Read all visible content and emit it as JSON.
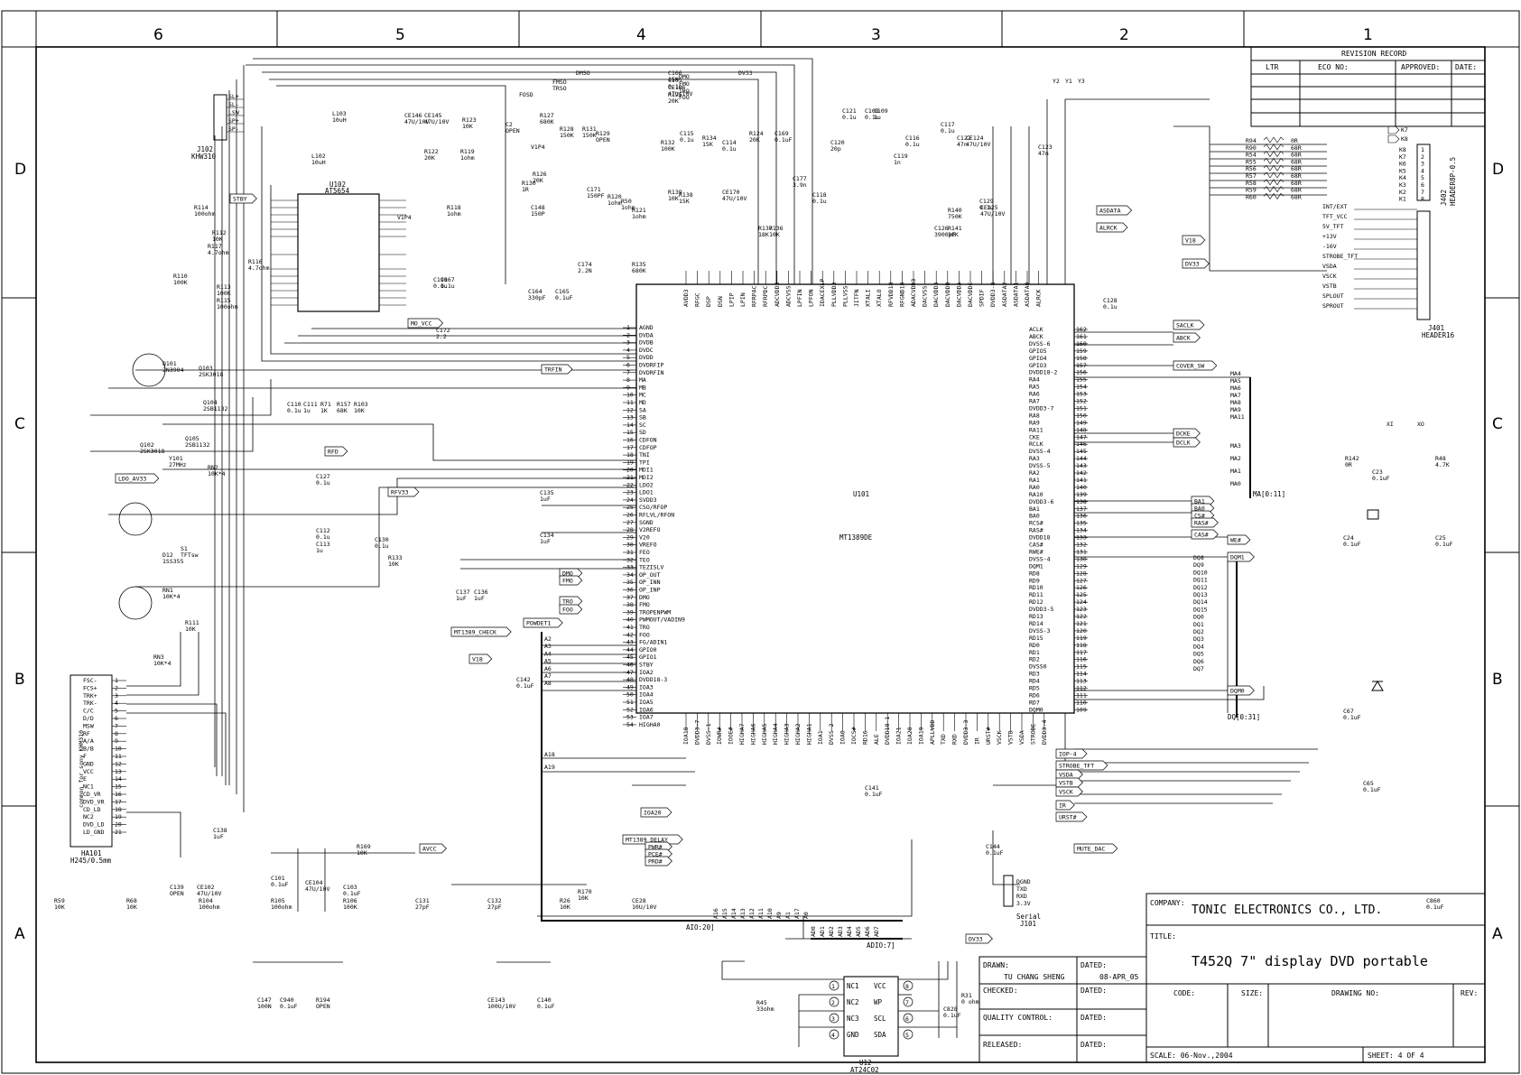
{
  "frame": {
    "zones_top": [
      "6",
      "5",
      "4",
      "3",
      "2",
      "1"
    ],
    "zones_side": [
      "D",
      "C",
      "B",
      "A"
    ]
  },
  "revision": {
    "title": "REVISION RECORD",
    "cols": [
      "LTR",
      "ECO NO:",
      "APPROVED:",
      "DATE:"
    ]
  },
  "title_block": {
    "company_label": "COMPANY:",
    "company": "TONIC ELECTRONICS CO., LTD.",
    "title_label": "TITLE:",
    "title": "T452Q  7\" display DVD portable",
    "drawn_label": "DRAWN:",
    "drawn_by": "TU CHANG SHENG",
    "dated_label": "DATED:",
    "drawn_date": "08-APR_05",
    "checked_label": "CHECKED:",
    "qc_label": "QUALITY CONTROL:",
    "released_label": "RELEASED:",
    "code_label": "CODE:",
    "size_label": "SIZE:",
    "drawing_no_label": "DRAWING NO:",
    "rev_label": "REV:",
    "scale": "SCALE: 06-Nov.,2004",
    "sheet": "SHEET:  4  OF  4"
  },
  "ics": {
    "u101": {
      "ref": "U101",
      "part": "MT1389DE"
    },
    "u102": {
      "ref": "U102",
      "part": "AT5654"
    },
    "u12": {
      "ref": "U12",
      "part": "AT24C02",
      "left_pins": [
        "NC1",
        "NC2",
        "NC3",
        "GND"
      ],
      "right_pins": [
        "VCC",
        "WP",
        "SCL",
        "SDA"
      ],
      "left_nums": [
        "1",
        "2",
        "3",
        "4"
      ],
      "right_nums": [
        "8",
        "7",
        "6",
        "5"
      ]
    }
  },
  "u101_left_pins": [
    {
      "n": "1",
      "s": "AGND"
    },
    {
      "n": "2",
      "s": "DVDA"
    },
    {
      "n": "3",
      "s": "DVDB"
    },
    {
      "n": "4",
      "s": "DVDC"
    },
    {
      "n": "5",
      "s": "DVDD"
    },
    {
      "n": "6",
      "s": "DVDRFIP"
    },
    {
      "n": "7",
      "s": "DVDRFIN"
    },
    {
      "n": "8",
      "s": "MA"
    },
    {
      "n": "9",
      "s": "MB"
    },
    {
      "n": "10",
      "s": "MC"
    },
    {
      "n": "11",
      "s": "MD"
    },
    {
      "n": "12",
      "s": "SA"
    },
    {
      "n": "13",
      "s": "SB"
    },
    {
      "n": "14",
      "s": "SC"
    },
    {
      "n": "15",
      "s": "SD"
    },
    {
      "n": "16",
      "s": "CDFON"
    },
    {
      "n": "17",
      "s": "CDFOP"
    },
    {
      "n": "18",
      "s": "TNI"
    },
    {
      "n": "19",
      "s": "TPI"
    },
    {
      "n": "20",
      "s": "MDI1"
    },
    {
      "n": "21",
      "s": "MDI2"
    },
    {
      "n": "22",
      "s": "LDO2"
    },
    {
      "n": "23",
      "s": "LDO1"
    },
    {
      "n": "24",
      "s": "SVDD3"
    },
    {
      "n": "25",
      "s": "CSO/RFOP"
    },
    {
      "n": "26",
      "s": "RFLVL/RFON"
    },
    {
      "n": "27",
      "s": "SGND"
    },
    {
      "n": "28",
      "s": "V2REFO"
    },
    {
      "n": "29",
      "s": "V20"
    },
    {
      "n": "30",
      "s": "VREFO"
    },
    {
      "n": "31",
      "s": "FEO"
    },
    {
      "n": "32",
      "s": "TEO"
    },
    {
      "n": "33",
      "s": "TEZISLV"
    },
    {
      "n": "34",
      "s": "OP_OUT"
    },
    {
      "n": "35",
      "s": "OP_INN"
    },
    {
      "n": "36",
      "s": "OP_INP"
    },
    {
      "n": "37",
      "s": "DMO"
    },
    {
      "n": "38",
      "s": "FMO"
    },
    {
      "n": "39",
      "s": "TROPENPWM"
    },
    {
      "n": "40",
      "s": "PWMOUT/VADIN9"
    },
    {
      "n": "41",
      "s": "TRO"
    },
    {
      "n": "42",
      "s": "FOO"
    },
    {
      "n": "43",
      "s": "FG/ADIN1"
    },
    {
      "n": "44",
      "s": "GPIO0"
    },
    {
      "n": "45",
      "s": "GPIO1"
    },
    {
      "n": "46",
      "s": "STBY"
    },
    {
      "n": "47",
      "s": "IOA2"
    },
    {
      "n": "48",
      "s": "DVDD18-3"
    },
    {
      "n": "49",
      "s": "IOA3"
    },
    {
      "n": "50",
      "s": "IOA4"
    },
    {
      "n": "51",
      "s": "IOA5"
    },
    {
      "n": "52",
      "s": "IOA6"
    },
    {
      "n": "53",
      "s": "IOA7"
    },
    {
      "n": "54",
      "s": "HIGHA0"
    }
  ],
  "u101_right_pins": [
    {
      "n": "162",
      "s": "ACLK"
    },
    {
      "n": "161",
      "s": "ABCK"
    },
    {
      "n": "160",
      "s": "DVSS-6"
    },
    {
      "n": "159",
      "s": "GPIO5"
    },
    {
      "n": "158",
      "s": "GPIO4"
    },
    {
      "n": "157",
      "s": "GPIO3"
    },
    {
      "n": "156",
      "s": "DVDD18-2"
    },
    {
      "n": "155",
      "s": "RA4"
    },
    {
      "n": "154",
      "s": "RA5"
    },
    {
      "n": "153",
      "s": "RA6"
    },
    {
      "n": "152",
      "s": "RA7"
    },
    {
      "n": "151",
      "s": "DVDD3-7"
    },
    {
      "n": "150",
      "s": "RA8"
    },
    {
      "n": "149",
      "s": "RA9"
    },
    {
      "n": "148",
      "s": "RA11"
    },
    {
      "n": "147",
      "s": "CKE"
    },
    {
      "n": "146",
      "s": "RCLK"
    },
    {
      "n": "145",
      "s": "DVSS-4"
    },
    {
      "n": "144",
      "s": "RA3"
    },
    {
      "n": "143",
      "s": "DVSS-5"
    },
    {
      "n": "142",
      "s": "RA2"
    },
    {
      "n": "141",
      "s": "RA1"
    },
    {
      "n": "140",
      "s": "RA0"
    },
    {
      "n": "139",
      "s": "RA10"
    },
    {
      "n": "138",
      "s": "DVDD3-6"
    },
    {
      "n": "137",
      "s": "BA1"
    },
    {
      "n": "136",
      "s": "BA0"
    },
    {
      "n": "135",
      "s": "RCS#"
    },
    {
      "n": "134",
      "s": "RAS#"
    },
    {
      "n": "133",
      "s": "DVDD18"
    },
    {
      "n": "132",
      "s": "CAS#"
    },
    {
      "n": "131",
      "s": "RWE#"
    },
    {
      "n": "130",
      "s": "DVSS-4"
    },
    {
      "n": "129",
      "s": "DQM1"
    },
    {
      "n": "128",
      "s": "RD8"
    },
    {
      "n": "127",
      "s": "RD9"
    },
    {
      "n": "126",
      "s": "RD10"
    },
    {
      "n": "125",
      "s": "RD11"
    },
    {
      "n": "124",
      "s": "RD12"
    },
    {
      "n": "123",
      "s": "DVDD3-5"
    },
    {
      "n": "122",
      "s": "RD13"
    },
    {
      "n": "121",
      "s": "RD14"
    },
    {
      "n": "120",
      "s": "DVSS-3"
    },
    {
      "n": "119",
      "s": "RD15"
    },
    {
      "n": "118",
      "s": "RD0"
    },
    {
      "n": "117",
      "s": "RD1"
    },
    {
      "n": "116",
      "s": "RD2"
    },
    {
      "n": "115",
      "s": "DVSS0"
    },
    {
      "n": "114",
      "s": "RD3"
    },
    {
      "n": "113",
      "s": "RD4"
    },
    {
      "n": "112",
      "s": "RD5"
    },
    {
      "n": "111",
      "s": "RD6"
    },
    {
      "n": "110",
      "s": "RD7"
    },
    {
      "n": "109",
      "s": "DQM0"
    }
  ],
  "u101_top_pins": [
    "AVDD3",
    "RFGC",
    "DSP",
    "DSN",
    "LPIP",
    "LPIN",
    "RFRPAC",
    "RFRPDC",
    "ADCVDD3",
    "ADCVSS",
    "LPFIN",
    "LPFON",
    "IDACEXLP",
    "PLLVDD3",
    "PLLVSS",
    "JITFN",
    "XTALI",
    "XTALO",
    "RFVDD18",
    "RFGND18",
    "ADACVDD3",
    "DACVSS",
    "DACVDD3",
    "DACVDDB",
    "DACVDDA",
    "DACVDDC",
    "SPDIF",
    "DVDD3-8",
    "ASDATA2",
    "ASDATA1",
    "ASDATA0",
    "ALRCK"
  ],
  "u101_bottom_pins": [
    "IOA18",
    "DVDD3-7",
    "DVSS-1",
    "IOWR#",
    "IOOE#",
    "HIGHA7",
    "HIGHA6",
    "HIGHA5",
    "HIGHA4",
    "HIGHA3",
    "HIGHA2",
    "HIGHA1",
    "IOA1",
    "DVSS-2",
    "IOA0",
    "IOCS#",
    "RD16",
    "ALE",
    "DVDD18-1",
    "IOA21",
    "IOA20",
    "IOA19",
    "APLLVDD",
    "TXD",
    "RXD",
    "DVDD3-3",
    "IR",
    "URST#",
    "VSCK",
    "VSTB",
    "VSDA",
    "STROBE",
    "DVDD3-4"
  ],
  "nets": {
    "right_flags": [
      "SACLK",
      "ABCK",
      "COVER_SW",
      "DCKE",
      "DCLK",
      "CAS#",
      "WE#",
      "DQM1",
      "DQM0",
      "IOP-4",
      "STROBE_TFT",
      "VSDA",
      "VSTB",
      "VSCK",
      "IR",
      "URST#",
      "MUTE_DAC",
      "ASDATA",
      "ALRCK",
      "V18",
      "DV33"
    ],
    "ma_bus": [
      "MA4",
      "MA5",
      "MA6",
      "MA7",
      "MA8",
      "MA9",
      "MA11",
      "MA3",
      "MA2",
      "MA1",
      "MA0"
    ],
    "ma_bus_label": "MA[0:11]",
    "ba_flags": [
      "BA1",
      "BA0",
      "CS#",
      "RAS#"
    ],
    "dq_bus": [
      "DQ8",
      "DQ9",
      "DQ10",
      "DQ11",
      "DQ12",
      "DQ13",
      "DQ14",
      "DQ15",
      "DQ0",
      "DQ1",
      "DQ2",
      "DQ3",
      "DQ4",
      "DQ5",
      "DQ6",
      "DQ7"
    ],
    "dq_bus_label": "DQ[0:31]",
    "aio_label": "AIO:20]",
    "adio_label": "ADIO:7]",
    "left_signals": [
      "MO_VCC",
      "RFV33",
      "RFD",
      "TRFIN",
      "LDO_AV33",
      "STBY",
      "MT1389_CHECK",
      "POWDET1",
      "AVCC",
      "V18",
      "IOA20",
      "MT1389_DELAY",
      "PWR#",
      "PCE#",
      "PRD#",
      "DMO",
      "FMO",
      "TRO",
      "FOO",
      "DV33"
    ],
    "top_nets": [
      "FMSO",
      "TRSO",
      "FOSD",
      "DMSO",
      "DMO",
      "FMO",
      "TRO",
      "FOO",
      "DV33",
      "Y2",
      "Y1",
      "Y3",
      "V1P4",
      "V1P4"
    ],
    "xo_xi": [
      "XI",
      "XO"
    ],
    "bottom_misc": [
      "A18",
      "A19",
      "A2",
      "A3",
      "A4",
      "A5",
      "A6",
      "A7",
      "A8",
      "A16",
      "A15",
      "A14",
      "A13",
      "A12",
      "A11",
      "A10",
      "A9",
      "A1",
      "A17",
      "A0",
      "AD0",
      "AD1",
      "AD2",
      "AD3",
      "AD4",
      "AD5",
      "AD6",
      "AD7"
    ]
  },
  "connectors": {
    "j102": {
      "ref": "J102",
      "part": "KHW310",
      "pins": [
        "SL+",
        "SL-",
        "LSW",
        "SP+",
        "SP-"
      ]
    },
    "ha101": {
      "ref": "HA101",
      "part": "H245/0.5mm",
      "note": "common for sony KHM310",
      "pins": [
        "FSC-",
        "FCS+",
        "TRK+",
        "TRK-",
        "C/C",
        "D/D",
        "MSW",
        "RF",
        "A/A",
        "B/B",
        "F",
        "GND",
        "VCC",
        "E",
        "NC1",
        "CD_VR",
        "DVD_VR",
        "CD_LD",
        "NC2",
        "DVD_LD",
        "LD_GND"
      ]
    },
    "j402": {
      "ref": "J402",
      "part": "HEADER8P-0.5",
      "pins": [
        "K8",
        "K7",
        "K6",
        "K5",
        "K4",
        "K3",
        "K2",
        "K1"
      ],
      "extra": [
        "K7",
        "K8"
      ]
    },
    "j401": {
      "ref": "J401",
      "part": "HEADER16",
      "pins": [
        "INT/EXT",
        "TFT_VCC",
        "5V_TFT",
        "+13V",
        "-16V",
        "STROBE_TFT",
        "VSDA",
        "VSCK",
        "VSTB",
        "SPLOUT",
        "SPROUT"
      ]
    },
    "j101": {
      "ref": "J101",
      "label": "Serial",
      "pins": [
        "DGND",
        "TXD",
        "RXD",
        "3.3V"
      ]
    }
  },
  "components": [
    {
      "ref": "Q101",
      "val": "2N3904"
    },
    {
      "ref": "Q102",
      "val": "2SK3018"
    },
    {
      "ref": "Q103",
      "val": "2SK3018"
    },
    {
      "ref": "Q104",
      "val": "2SB1132"
    },
    {
      "ref": "Q105",
      "val": "2SB1132"
    },
    {
      "ref": "Y101",
      "val": "27MHz"
    },
    {
      "ref": "D12",
      "val": "1SS355"
    },
    {
      "ref": "RN1",
      "val": "10K*4"
    },
    {
      "ref": "RN2",
      "val": "10K*4"
    },
    {
      "ref": "RN3",
      "val": "10K*4"
    },
    {
      "ref": "S1",
      "val": "TFTsw"
    },
    {
      "ref": "R111",
      "val": "10K"
    },
    {
      "ref": "R110",
      "val": "100K"
    },
    {
      "ref": "R112",
      "val": "10K"
    },
    {
      "ref": "R113",
      "val": "100K"
    },
    {
      "ref": "R115",
      "val": "100ohm"
    },
    {
      "ref": "R114",
      "val": "100ohm"
    },
    {
      "ref": "R117",
      "val": "4.7ohm"
    },
    {
      "ref": "R116",
      "val": "4.7ohm"
    },
    {
      "ref": "L103",
      "val": "10uH"
    },
    {
      "ref": "L102",
      "val": "10uH"
    },
    {
      "ref": "CE146",
      "val": "47U/10V"
    },
    {
      "ref": "CE145",
      "val": "47U/10V"
    },
    {
      "ref": "R123",
      "val": "10K"
    },
    {
      "ref": "R122",
      "val": "20K"
    },
    {
      "ref": "R119",
      "val": "1ohm"
    },
    {
      "ref": "R118",
      "val": "1ohm"
    },
    {
      "ref": "C148",
      "val": "150P"
    },
    {
      "ref": "C190",
      "val": "0.1u"
    },
    {
      "ref": "C167",
      "val": "0.1u"
    },
    {
      "ref": "C172",
      "val": "2.2"
    },
    {
      "ref": "C2",
      "val": "OPEN"
    },
    {
      "ref": "R127",
      "val": "680K"
    },
    {
      "ref": "R128",
      "val": "150K"
    },
    {
      "ref": "R131",
      "val": "150K"
    },
    {
      "ref": "R129",
      "val": "OPEN"
    },
    {
      "ref": "R130",
      "val": "1R"
    },
    {
      "ref": "R126",
      "val": "20K"
    },
    {
      "ref": "C171",
      "val": "150PF"
    },
    {
      "ref": "R120",
      "val": "1ohm"
    },
    {
      "ref": "R121",
      "val": "1ohm"
    },
    {
      "ref": "R50",
      "val": "1ohm"
    },
    {
      "ref": "R135",
      "val": "680K"
    },
    {
      "ref": "C174",
      "val": "2.2N"
    },
    {
      "ref": "C164",
      "val": "330pF"
    },
    {
      "ref": "C165",
      "val": "0.1uF"
    },
    {
      "ref": "C166",
      "val": "15N"
    },
    {
      "ref": "C105",
      "val": "0.1u"
    },
    {
      "ref": "CE106",
      "val": "47U/10V"
    },
    {
      "ref": "R125",
      "val": "20K"
    },
    {
      "ref": "R132",
      "val": "100K"
    },
    {
      "ref": "C115",
      "val": "0.1u"
    },
    {
      "ref": "R134",
      "val": "15K"
    },
    {
      "ref": "C114",
      "val": "0.1u"
    },
    {
      "ref": "R124",
      "val": "20K"
    },
    {
      "ref": "C169",
      "val": "0.1uF"
    },
    {
      "ref": "CE170",
      "val": "47U/10V"
    },
    {
      "ref": "R139",
      "val": "10K"
    },
    {
      "ref": "R138",
      "val": "15K"
    },
    {
      "ref": "R137",
      "val": "18K"
    },
    {
      "ref": "R136",
      "val": "10K"
    },
    {
      "ref": "C177",
      "val": "3.9n"
    },
    {
      "ref": "C118",
      "val": "0.1u"
    },
    {
      "ref": "C120",
      "val": "20p"
    },
    {
      "ref": "C121",
      "val": "0.1u"
    },
    {
      "ref": "C108",
      "val": "0.1u"
    },
    {
      "ref": "C109",
      "val": "1u"
    },
    {
      "ref": "C119",
      "val": "1n"
    },
    {
      "ref": "C116",
      "val": "0.1u"
    },
    {
      "ref": "C117",
      "val": "0.1u"
    },
    {
      "ref": "C122",
      "val": "47n"
    },
    {
      "ref": "C123",
      "val": "47n"
    },
    {
      "ref": "CE124",
      "val": "47U/10V"
    },
    {
      "ref": "C129",
      "val": "0.1u"
    },
    {
      "ref": "R140",
      "val": "750K"
    },
    {
      "ref": "C126",
      "val": "3900pF"
    },
    {
      "ref": "R141",
      "val": "10K"
    },
    {
      "ref": "CE125",
      "val": "47U/10V"
    },
    {
      "ref": "C128",
      "val": "0.1u"
    },
    {
      "ref": "C110",
      "val": "0.1u"
    },
    {
      "ref": "C111",
      "val": "1u"
    },
    {
      "ref": "R71",
      "val": "1K"
    },
    {
      "ref": "R157",
      "val": "68K"
    },
    {
      "ref": "R103",
      "val": "10K"
    },
    {
      "ref": "C127",
      "val": "0.1u"
    },
    {
      "ref": "C112",
      "val": "0.1u"
    },
    {
      "ref": "C113",
      "val": "1u"
    },
    {
      "ref": "C130",
      "val": "0.1u"
    },
    {
      "ref": "R133",
      "val": "10K"
    },
    {
      "ref": "C135",
      "val": "1uF"
    },
    {
      "ref": "C134",
      "val": "1uF"
    },
    {
      "ref": "C137",
      "val": "1uF"
    },
    {
      "ref": "C136",
      "val": "1uF"
    },
    {
      "ref": "C138",
      "val": "1uF"
    },
    {
      "ref": "C139",
      "val": "OPEN"
    },
    {
      "ref": "CE102",
      "val": "47U/10V"
    },
    {
      "ref": "C101",
      "val": "0.1uF"
    },
    {
      "ref": "CE104",
      "val": "47U/10V"
    },
    {
      "ref": "C103",
      "val": "0.1uF"
    },
    {
      "ref": "R169",
      "val": "10K"
    },
    {
      "ref": "R170",
      "val": "10K"
    },
    {
      "ref": "C142",
      "val": "0.1uF"
    },
    {
      "ref": "C141",
      "val": "0.1uF"
    },
    {
      "ref": "C144",
      "val": "0.1uF"
    },
    {
      "ref": "C147",
      "val": "100N"
    },
    {
      "ref": "C940",
      "val": "0.1uF"
    },
    {
      "ref": "R194",
      "val": "OPEN"
    },
    {
      "ref": "CE143",
      "val": "100U/10V"
    },
    {
      "ref": "C140",
      "val": "0.1uF"
    },
    {
      "ref": "R45",
      "val": "33ohm"
    },
    {
      "ref": "R31",
      "val": "0 ohm"
    },
    {
      "ref": "C828",
      "val": "0.1uF"
    },
    {
      "ref": "R142",
      "val": "0R"
    },
    {
      "ref": "R48",
      "val": "4.7K"
    },
    {
      "ref": "C23",
      "val": "0.1uF"
    },
    {
      "ref": "C24",
      "val": "0.1uF"
    },
    {
      "ref": "C25",
      "val": "0.1uF"
    },
    {
      "ref": "C67",
      "val": "0.1uF"
    },
    {
      "ref": "C65",
      "val": "0.1uF"
    },
    {
      "ref": "C860",
      "val": "0.1uF"
    },
    {
      "ref": "R59",
      "val": "10K"
    },
    {
      "ref": "R68",
      "val": "10K"
    },
    {
      "ref": "R104",
      "val": "100ohm"
    },
    {
      "ref": "R105",
      "val": "100ohm"
    },
    {
      "ref": "R106",
      "val": "100K"
    },
    {
      "ref": "C131",
      "val": "27pF"
    },
    {
      "ref": "C132",
      "val": "27pF"
    },
    {
      "ref": "R26",
      "val": "10K"
    },
    {
      "ref": "CE28",
      "val": "10U/10V"
    }
  ],
  "r_series": [
    {
      "ref": "R94",
      "val": "0R"
    },
    {
      "ref": "R90",
      "val": "68R"
    },
    {
      "ref": "R54",
      "val": "68R"
    },
    {
      "ref": "R55",
      "val": "68R"
    },
    {
      "ref": "R56",
      "val": "68R"
    },
    {
      "ref": "R57",
      "val": "68R"
    },
    {
      "ref": "R58",
      "val": "68R"
    },
    {
      "ref": "R59",
      "val": "68R"
    },
    {
      "ref": "R60",
      "val": "68R"
    }
  ]
}
